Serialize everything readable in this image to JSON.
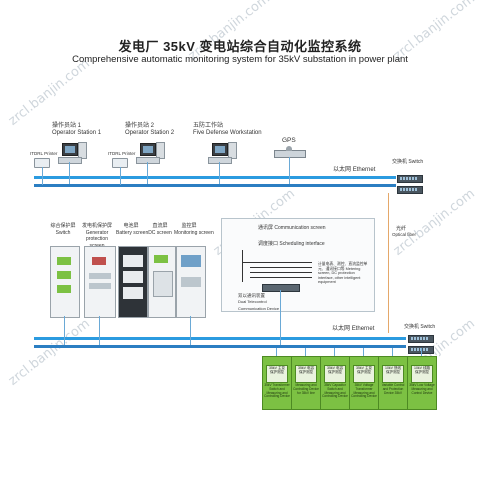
{
  "title": {
    "cn": "发电厂 35kV 变电站综合自动化监控系统",
    "en": "Comprehensive automatic monitoring system for 35kV substation in power plant"
  },
  "watermark": "zrcl.banjin.com",
  "stations": [
    {
      "cn": "操作员站 1",
      "en": "Operator Station 1"
    },
    {
      "cn": "操作员站 2",
      "en": "Operator Station 2"
    },
    {
      "cn": "五防工作站",
      "en": "Five Defense Workstation"
    }
  ],
  "printer_labels": [
    "ITDRL Printer",
    "ITDRL Printer"
  ],
  "gps": "GPS",
  "switch_top": {
    "cn": "交换机",
    "en": "Switch"
  },
  "switch_bottom": {
    "cn": "交换机",
    "en": "Switch"
  },
  "ethernet_top": {
    "cn": "以太网",
    "en": "Ethernet"
  },
  "ethernet_bottom": {
    "cn": "以太网",
    "en": "Ethernet"
  },
  "fiber": {
    "cn": "光纤",
    "en": "Optical fiber"
  },
  "panels": [
    {
      "cn": "综合保护屏",
      "en": "Switch"
    },
    {
      "cn": "发电机保护屏",
      "en": "Generator protection screen"
    },
    {
      "cn": "电池屏",
      "en": "Battery screen"
    },
    {
      "cn": "直流屏",
      "en": "DC screen"
    },
    {
      "cn": "监控屏",
      "en": "Monitoring screen"
    }
  ],
  "comm": {
    "screen_cn": "通讯屏",
    "screen_en": "Communication screen",
    "interface_cn": "调度接口",
    "interface_en": "Scheduling interface",
    "note": "计量电表、测控、直流监控单元、通讯接口等 Metering screen, DC protection interface, other intelligent equipment",
    "device_cn": "双以通讯装置",
    "device_en": "Dual Telecontrol Communication Device"
  },
  "units": [
    {
      "title": "35kV 主变 保护测控",
      "desc": "35kV Transformer Switch and Measuring and Controlling Device"
    },
    {
      "title": "35kV 电容 保护测控",
      "desc": "Measuring and Controlling Device for 35kV line"
    },
    {
      "title": "35kV 电容 保护测控",
      "desc": "35kV Capacitor Switch and Measuring and Controlling Device"
    },
    {
      "title": "35kV 主变 保护测控",
      "desc": "35kV Voltage Transformer Measuring and Controlling Device"
    },
    {
      "title": "10kV 馈线 保护测控",
      "desc": "Variable Control and Protection Device 35kV"
    },
    {
      "title": "10kV 线路 保护测控",
      "desc": "35kV Low Voltage Measuring and Control Device"
    }
  ]
}
